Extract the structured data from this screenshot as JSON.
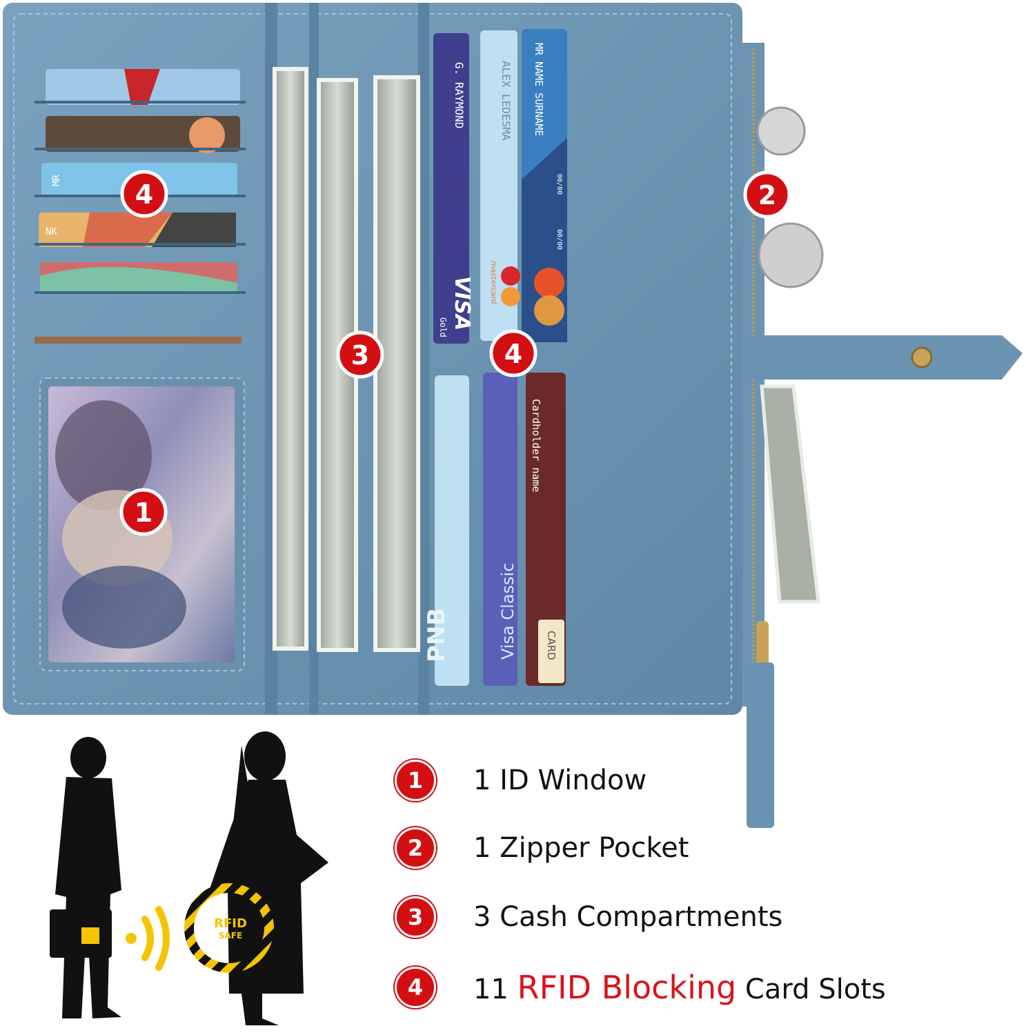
{
  "callouts": {
    "id_window": "1",
    "zipper_pocket": "2",
    "cash_compartments": "3",
    "card_slots_left": "4",
    "card_slots_right": "4"
  },
  "cards": {
    "name_1": "G. RAYMOND",
    "name_2": "ALEX LEDESMA",
    "name_3": "MR NAME SURNAME",
    "brand_visa": "VISA",
    "brand_gold": "Gold",
    "brand_visa_classic": "Visa Classic",
    "holder": "Cardholder name",
    "card_label": "CARD",
    "bank": "PNB",
    "mastercard": "mastercard",
    "expiry": "00/00",
    "left_mr": "MR",
    "left_nk": "NK"
  },
  "rfid_badge": {
    "line1": "RFID",
    "line2": "SAFE"
  },
  "features": [
    {
      "num": "1",
      "text": "1 ID Window"
    },
    {
      "num": "2",
      "text": "1 Zipper Pocket"
    },
    {
      "num": "3",
      "text": "3 Cash Compartments"
    },
    {
      "num": "4",
      "count": "11",
      "highlight": "RFID Blocking",
      "rest": "Card Slots"
    }
  ],
  "colors": {
    "wallet": "#6e97b5",
    "wallet_dark": "#557d9b",
    "accent_red": "#d30f13",
    "rfid_yellow": "#f5c400"
  }
}
